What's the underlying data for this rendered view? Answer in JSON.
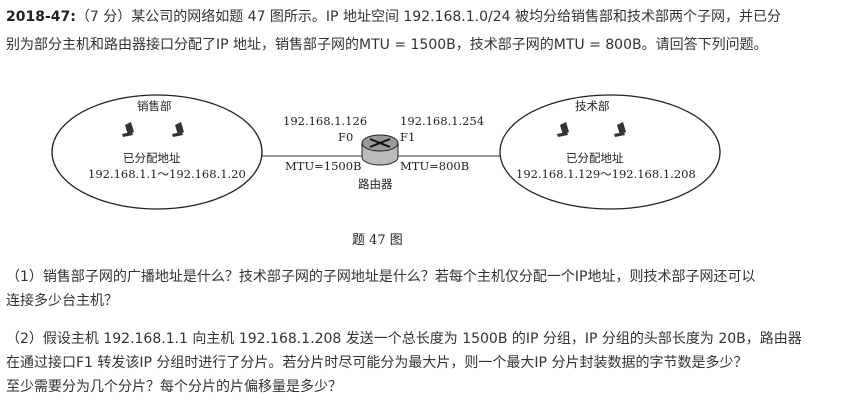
{
  "question": {
    "label": "2018-47:",
    "intro_line1": "（7 分）某公司的网络如题 47 图所示。IP 地址空间 192.168.1.0/24 被均分给销售部和技术部两个子网，并已分",
    "intro_line2": "别为部分主机和路由器接口分配了IP 地址，销售部子网的MTU = 1500B，技术部子网的MTU = 800B。请回答下列问题。"
  },
  "figure": {
    "left_subnet": {
      "name": "销售部",
      "assigned_label": "已分配地址",
      "range": "192.168.1.1～192.168.1.20"
    },
    "right_subnet": {
      "name": "技术部",
      "assigned_label": "已分配地址",
      "range": "192.168.1.129～192.168.1.208"
    },
    "router": {
      "label": "路由器",
      "f0_ip": "192.168.1.126",
      "f0": "F0",
      "f1_ip": "192.168.1.254",
      "f1": "F1",
      "mtu_left": "MTU=1500B",
      "mtu_right": "MTU=800B"
    },
    "caption": "题 47 图"
  },
  "q1": {
    "line1": "（1）销售部子网的广播地址是什么？技术部子网的子网地址是什么？若每个主机仅分配一个IP地址，则技术部子网还可以",
    "line2": "连接多少台主机？"
  },
  "q2": {
    "line1": "（2）假设主机 192.168.1.1 向主机 192.168.1.208 发送一个总长度为 1500B 的IP 分组，IP 分组的头部长度为 20B，路由器",
    "line2": "在通过接口F1 转发该IP 分组时进行了分片。若分片时尽可能分为最大片，则一个最大IP 分片封装数据的字节数是多少？",
    "line3": "至少需要分为几个分片？每个分片的片偏移量是多少？"
  }
}
